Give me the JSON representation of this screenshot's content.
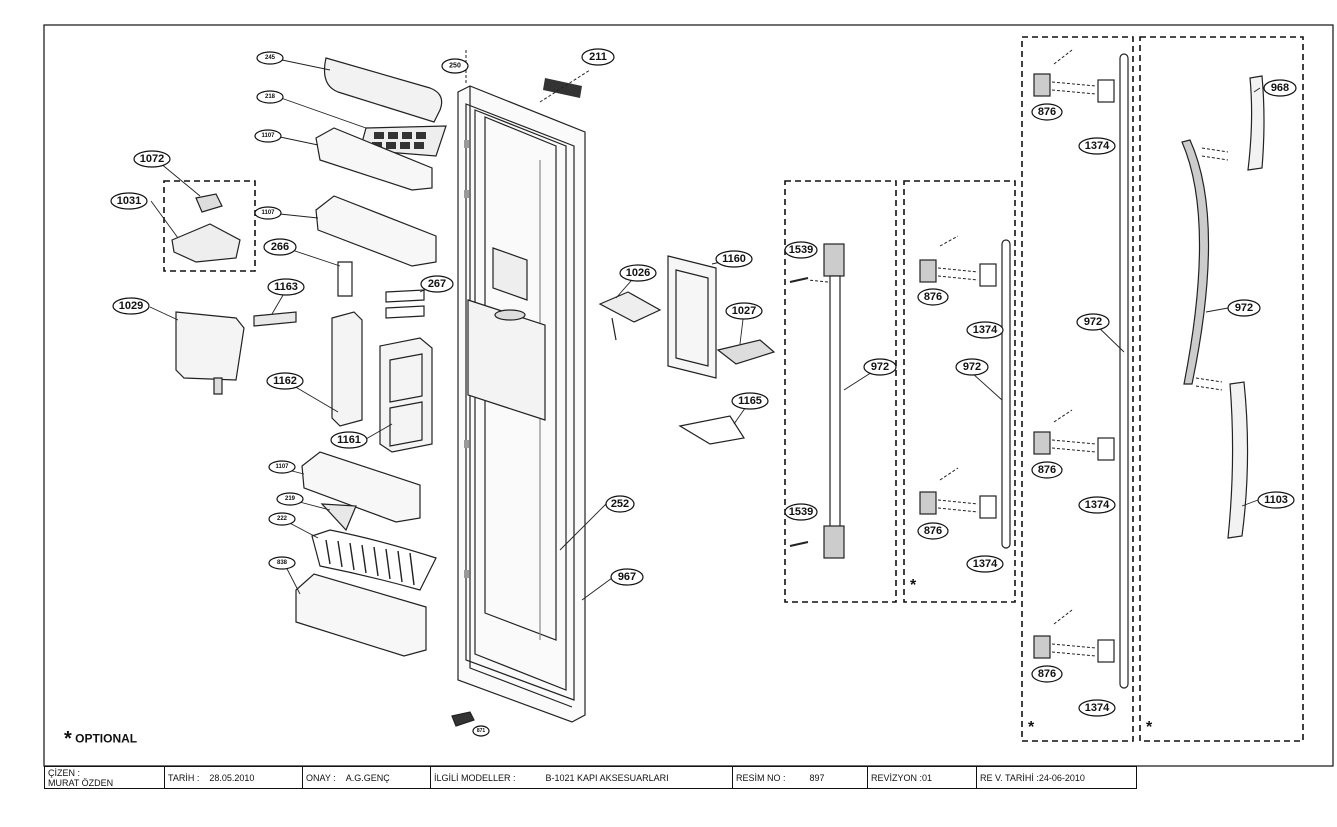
{
  "optional_note": {
    "star": "*",
    "text": "OPTIONAL"
  },
  "group_stars": [
    "*",
    "*",
    "*"
  ],
  "callouts": {
    "c245": "245",
    "c250": "250",
    "c211": "211",
    "c218": "218",
    "c1107a": "1107",
    "c1107b": "1107",
    "c1107c": "1107",
    "c1072": "1072",
    "c1031": "1031",
    "c266": "266",
    "c267": "267",
    "c1163": "1163",
    "c1029": "1029",
    "c1162": "1162",
    "c1161": "1161",
    "c219": "219",
    "c222": "222",
    "c838": "838",
    "c252": "252",
    "c967": "967",
    "c871": "871",
    "c1026": "1026",
    "c1160": "1160",
    "c1027": "1027",
    "c1165": "1165",
    "c1539a": "1539",
    "c1539b": "1539",
    "c972a": "972",
    "c876a": "876",
    "c1374a": "1374",
    "c972b": "972",
    "c876b": "876",
    "c1374b": "1374",
    "c876c": "876",
    "c1374c": "1374",
    "c972c": "972",
    "c876d": "876",
    "c1374d": "1374",
    "c876e": "876",
    "c1374e": "1374",
    "c968": "968",
    "c972d": "972",
    "c1103": "1103"
  },
  "title_block": {
    "drawn_by_label": "ÇİZEN :",
    "drawn_by": "MURAT ÖZDEN",
    "date_label": "TARİH :",
    "date": "28.05.2010",
    "approved_label": "ONAY :",
    "approved": "A.G.GENÇ",
    "models_label": "İLGİLİ MODELLER :",
    "models": "B-1021 KAPI  AKSESUARLARI",
    "drawing_no_label": "RESİM NO :",
    "drawing_no": "897",
    "revision": "REVİZYON :01",
    "rev_date": "RE V. TARİHİ :24-06-2010"
  }
}
